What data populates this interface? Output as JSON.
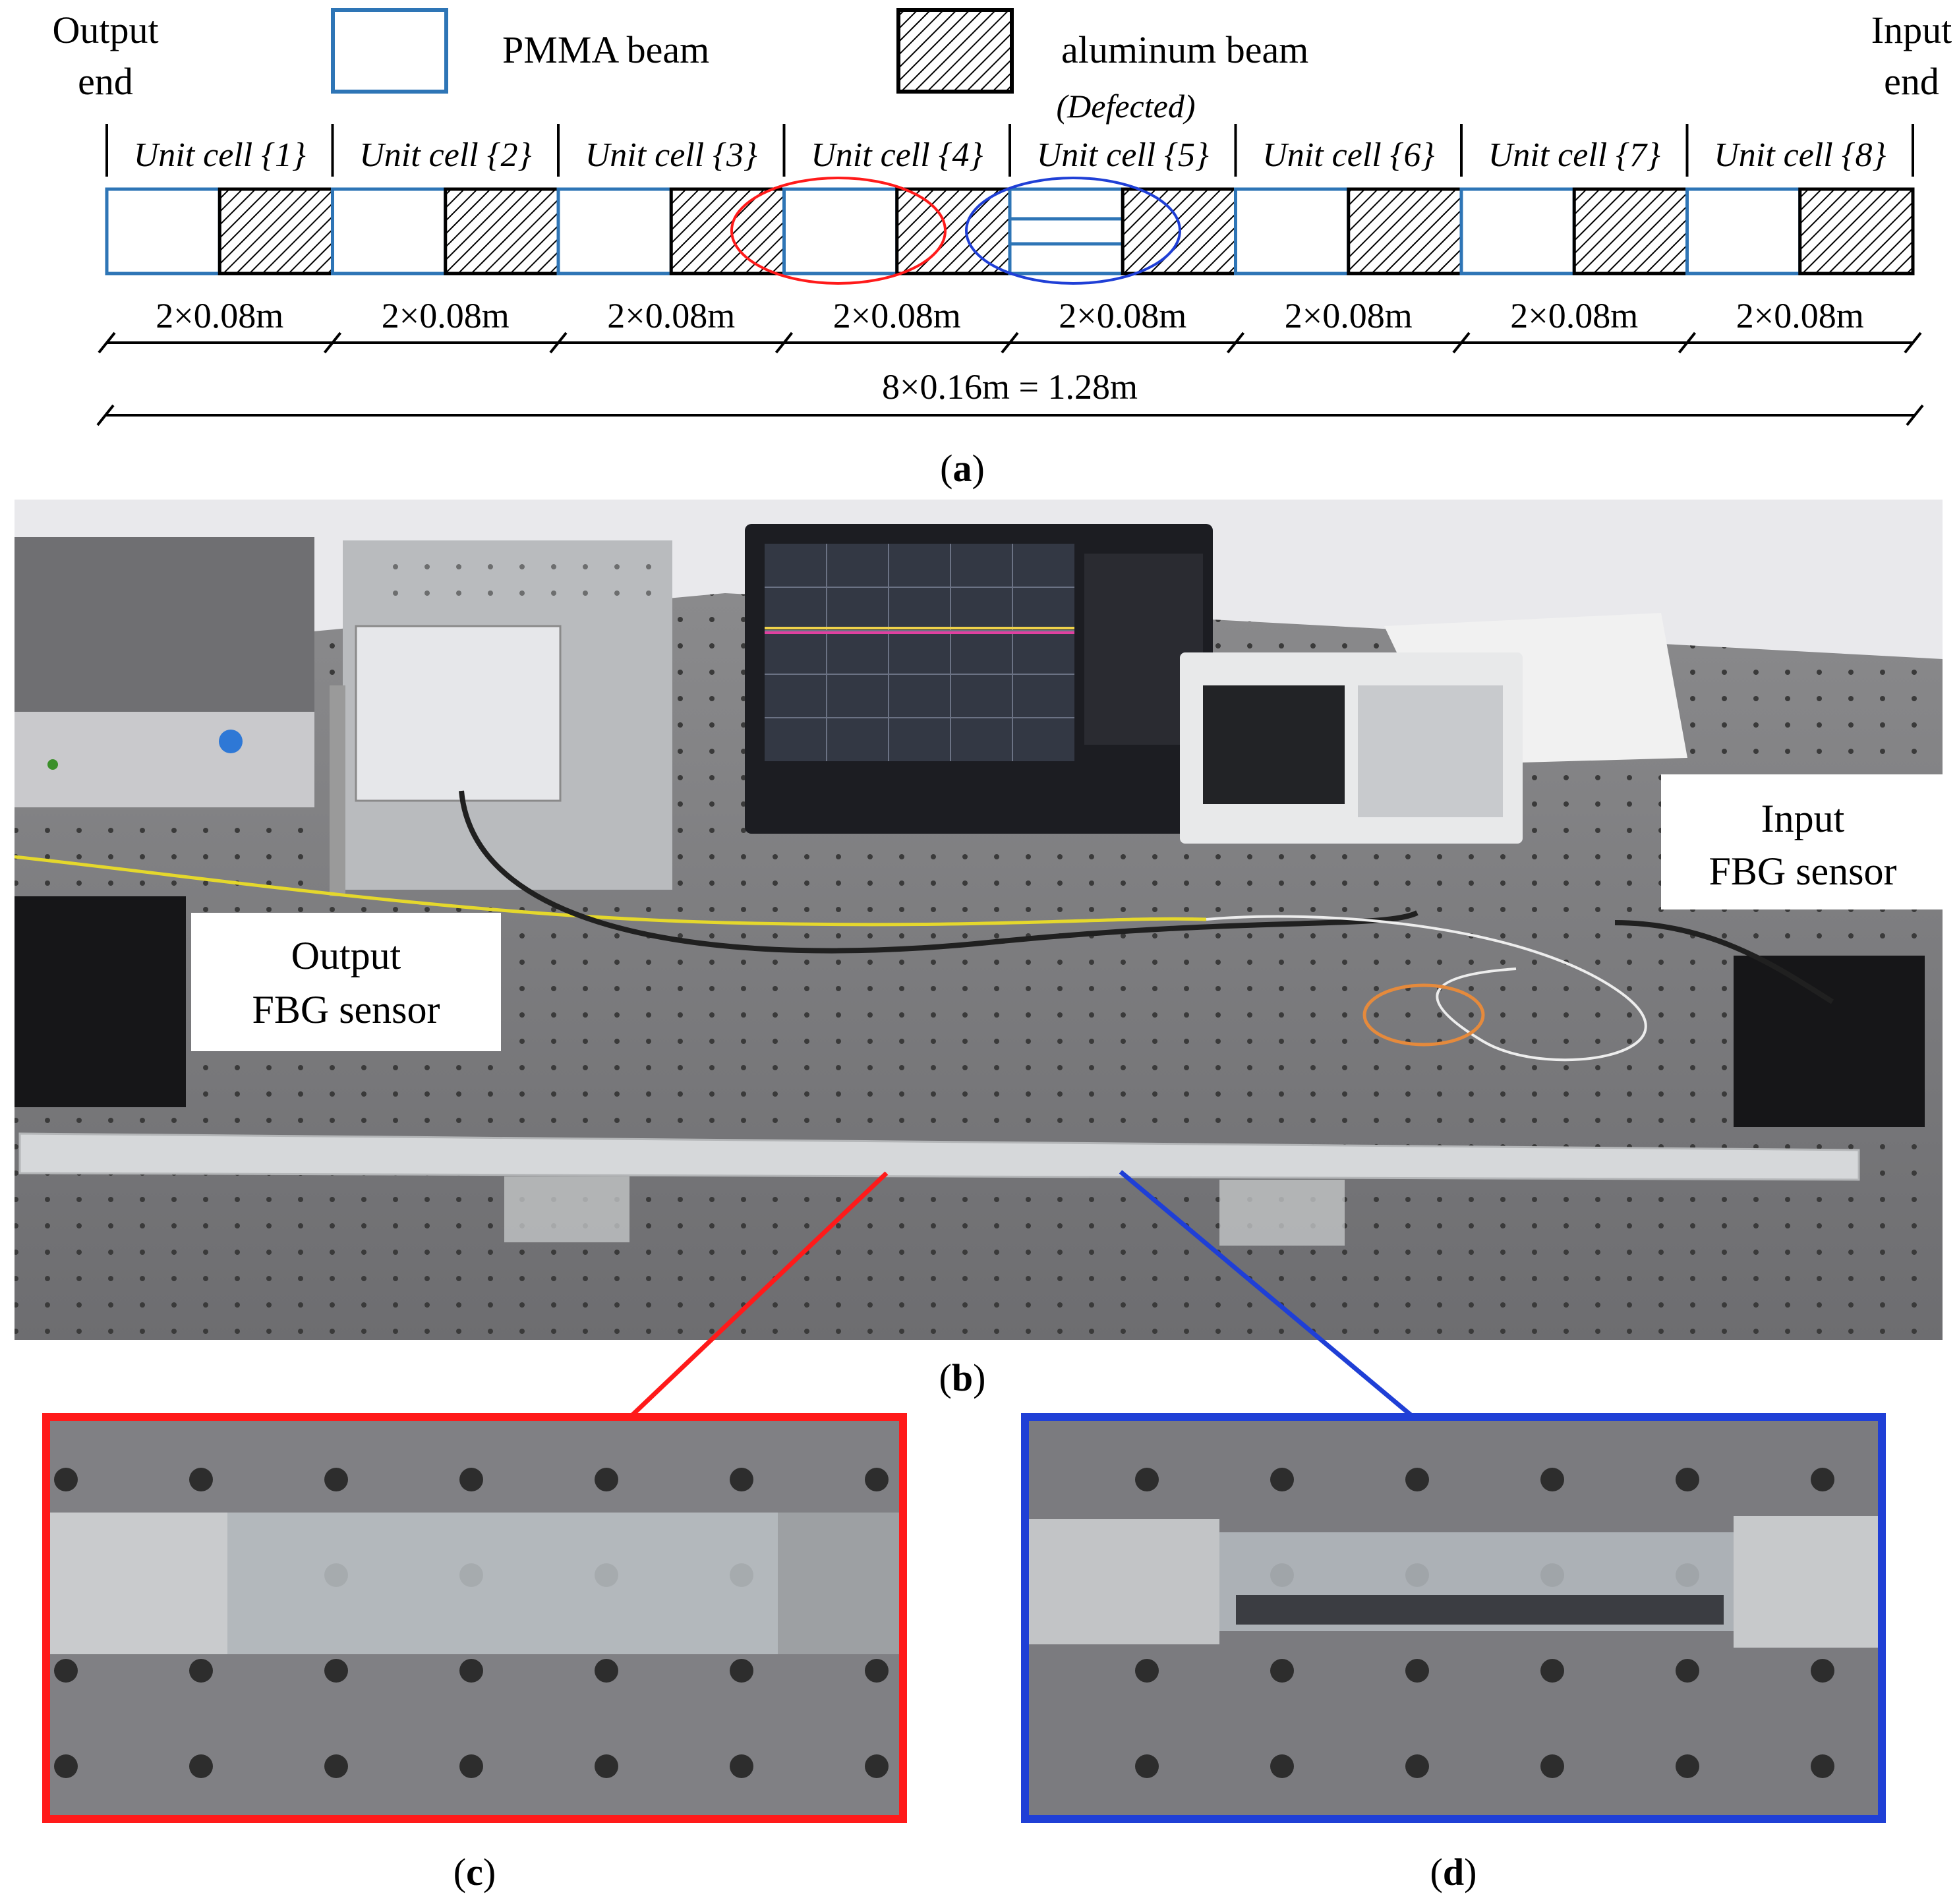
{
  "legend": {
    "output_end_line1": "Output",
    "output_end_line2": "end",
    "input_end_line1": "Input",
    "input_end_line2": "end",
    "pmma_label": "PMMA beam",
    "aluminum_label": "aluminum beam",
    "defected_label": "(Defected)"
  },
  "cells": [
    {
      "label": "Unit cell {1}",
      "dim": "2×0.08m",
      "defected": false
    },
    {
      "label": "Unit cell {2}",
      "dim": "2×0.08m",
      "defected": false
    },
    {
      "label": "Unit cell {3}",
      "dim": "2×0.08m",
      "defected": false
    },
    {
      "label": "Unit cell {4}",
      "dim": "2×0.08m",
      "defected": false
    },
    {
      "label": "Unit cell {5}",
      "dim": "2×0.08m",
      "defected": true
    },
    {
      "label": "Unit cell {6}",
      "dim": "2×0.08m",
      "defected": false
    },
    {
      "label": "Unit cell {7}",
      "dim": "2×0.08m",
      "defected": false
    },
    {
      "label": "Unit cell {8}",
      "dim": "2×0.08m",
      "defected": false
    }
  ],
  "total_dim": "8×0.16m = 1.28m",
  "panels": {
    "a": "(a)",
    "b": "(b)",
    "c": "(c)",
    "d": "(d)"
  },
  "photo_labels": {
    "output_fbg_line1": "Output",
    "output_fbg_line2": "FBG sensor",
    "input_fbg_line1": "Input",
    "input_fbg_line2": "FBG sensor"
  },
  "colors": {
    "pmma_border": "#2e75b6",
    "highlight_red": "#ff1a1a",
    "highlight_blue": "#1f3fd6",
    "table_gray": "#77777a"
  }
}
